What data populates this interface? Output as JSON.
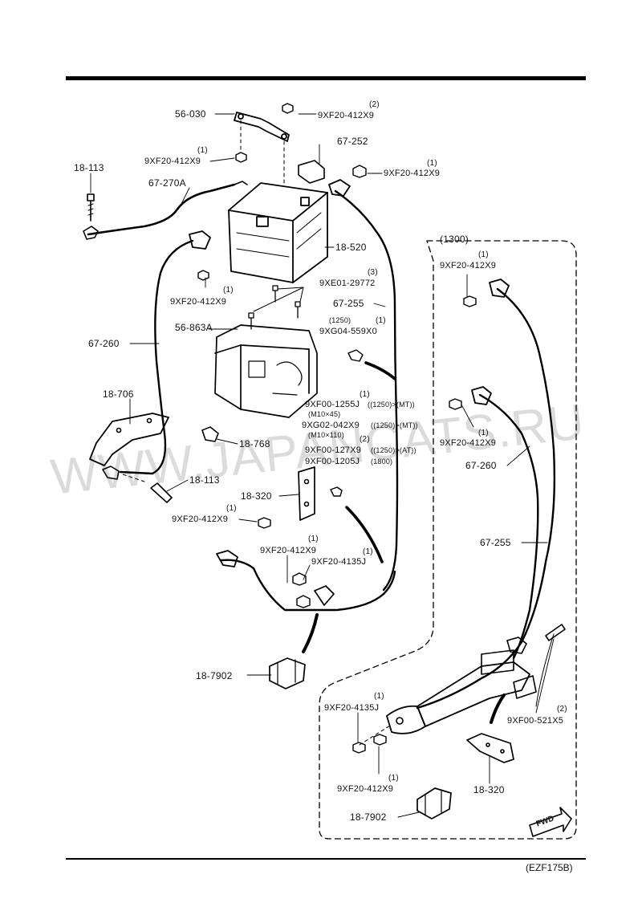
{
  "labels": {
    "p56030": "56-030",
    "n1_qty": "(2)",
    "n1": "9XF20-412X9",
    "p67252": "67-252",
    "n2_qty": "(1)",
    "n2": "9XF20-412X9",
    "n3_qty": "(1)",
    "n3": "9XF20-412X9",
    "p18113a": "18-113",
    "p67270a": "67-270A",
    "p18520": "18-520",
    "n4_qty": "(3)",
    "n4": "9XE01-29772",
    "n5_qty": "(1)",
    "n5": "9XF20-412X9",
    "p67255a": "67-255",
    "n6_pre": "(1250)",
    "n6_qty": "(1)",
    "n6": "9XG04-559X0",
    "p56863a": "56-863A",
    "p67260a": "67-260",
    "p18706": "18-706",
    "n7_qty": "(1)",
    "n7": "9XF00-1255J",
    "n7_note": "((1250)>(MT))",
    "n7_size": "(M10×45)",
    "n8": "9XG02-042X9",
    "n8_note": "((1250)>(MT))",
    "n8_size": "(M10×110)",
    "n9_qty": "(2)",
    "n9": "9XF00-127X9",
    "n9_note": "((1250)>(AT))",
    "n10": "9XF00-1205J",
    "n10_note": "(1800)",
    "p18768": "18-768",
    "p18113b": "18-113",
    "p18320a": "18-320",
    "n11_qty": "(1)",
    "n11": "9XF20-412X9",
    "n12_qty": "(1)",
    "n12": "9XF20-412X9",
    "n13_qty": "(1)",
    "n13": "9XF20-4135J",
    "p187902a": "18-7902",
    "v1300": "(1300)",
    "n14_qty": "(1)",
    "n14": "9XF20-412X9",
    "n15_qty": "(1)",
    "n15": "9XF20-412X9",
    "p67260b": "67-260",
    "p67255b": "67-255",
    "n16_qty": "(1)",
    "n16": "9XF20-4135J",
    "n17_qty": "(2)",
    "n17": "9XF00-521X5",
    "n18_qty": "(1)",
    "n18": "9XF20-412X9",
    "p18320b": "18-320",
    "p187902b": "18-7902"
  },
  "watermark": "WWW.JAPANCATS.RU",
  "fwd": "FWD",
  "figure_code": "(EZF175B)"
}
